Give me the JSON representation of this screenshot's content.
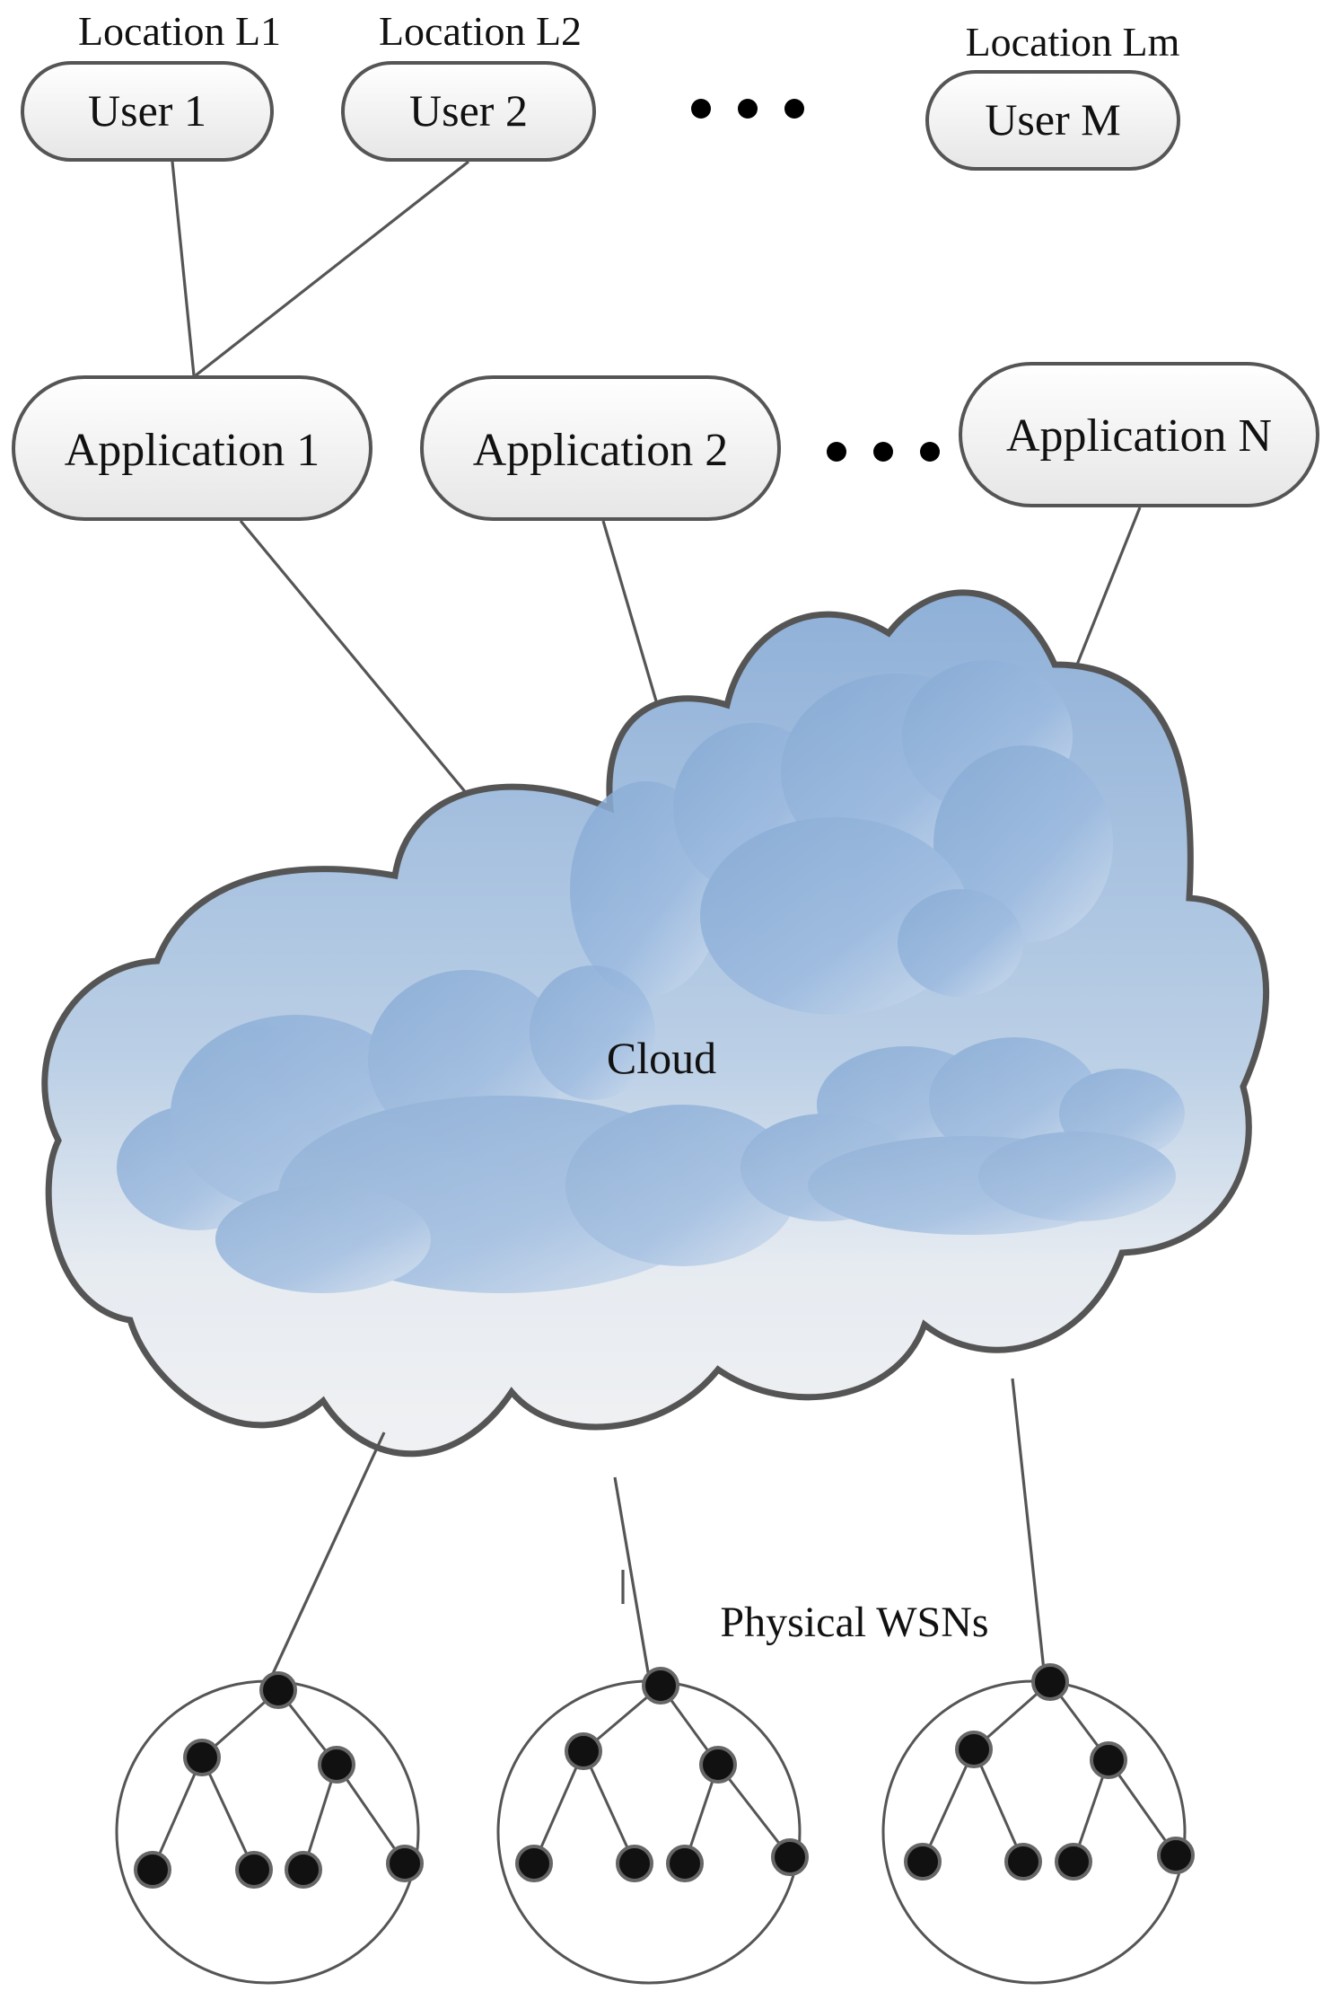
{
  "locations": [
    "Location L1",
    "Location L2",
    "Location Lm"
  ],
  "users": [
    "User 1",
    "User 2",
    "User M"
  ],
  "applications": [
    "Application 1",
    "Application 2",
    "Application N"
  ],
  "cloud_label": "Cloud",
  "wsn_label": "Physical WSNs",
  "colors": {
    "cloud_blue": "#8aaed6",
    "cloud_light": "#eef0f3",
    "outline": "#555555",
    "node_fill": "#111111"
  },
  "icons": [
    "ellipsis-icon",
    "cloud-icon",
    "tree-network-icon"
  ]
}
